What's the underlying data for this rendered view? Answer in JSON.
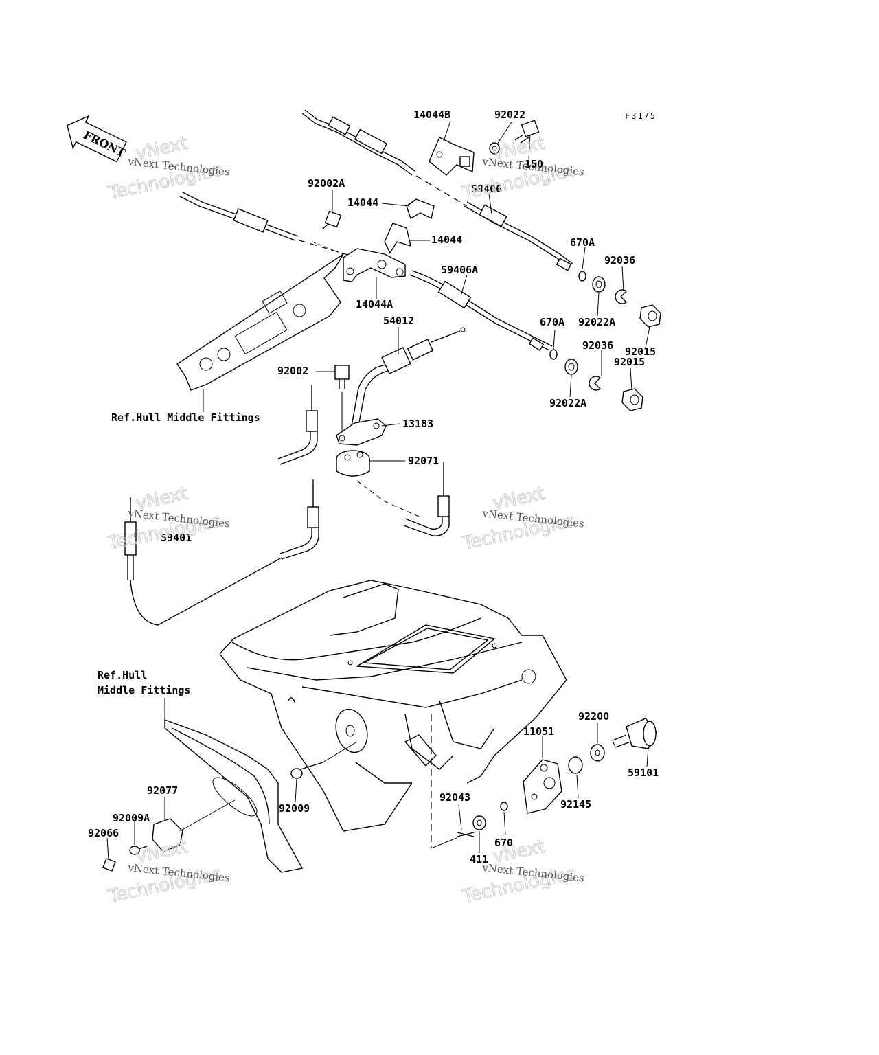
{
  "figure_code": "F3175",
  "front_badge": "FRONT",
  "ref_labels": {
    "top": "Ref.Hull Middle Fittings",
    "bottom_line1": "Ref.Hull",
    "bottom_line2": "Middle Fittings"
  },
  "parts": {
    "p14044B": "14044B",
    "p92022": "92022",
    "p150": "150",
    "p92002A": "92002A",
    "p14044_a": "14044",
    "p14044_b": "14044",
    "p59406": "59406",
    "p670A_1": "670A",
    "p92036_1": "92036",
    "p14044A": "14044A",
    "p59406A": "59406A",
    "p92022A_1": "92022A",
    "p92015_1": "92015",
    "p54012": "54012",
    "p670A_2": "670A",
    "p92036_2": "92036",
    "p92015_2": "92015",
    "p92002": "92002",
    "p92022A_2": "92022A",
    "p13183": "13183",
    "p92071": "92071",
    "p59401": "59401",
    "p11051": "11051",
    "p92200": "92200",
    "p59101": "59101",
    "p92145": "92145",
    "p92077": "92077",
    "p92009": "92009",
    "p92009A": "92009A",
    "p92043": "92043",
    "p92066": "92066",
    "p670": "670",
    "p411": "411"
  },
  "watermark": {
    "line_small": "vNext Technologies",
    "word1": "vNext",
    "word2": "Technologies"
  }
}
